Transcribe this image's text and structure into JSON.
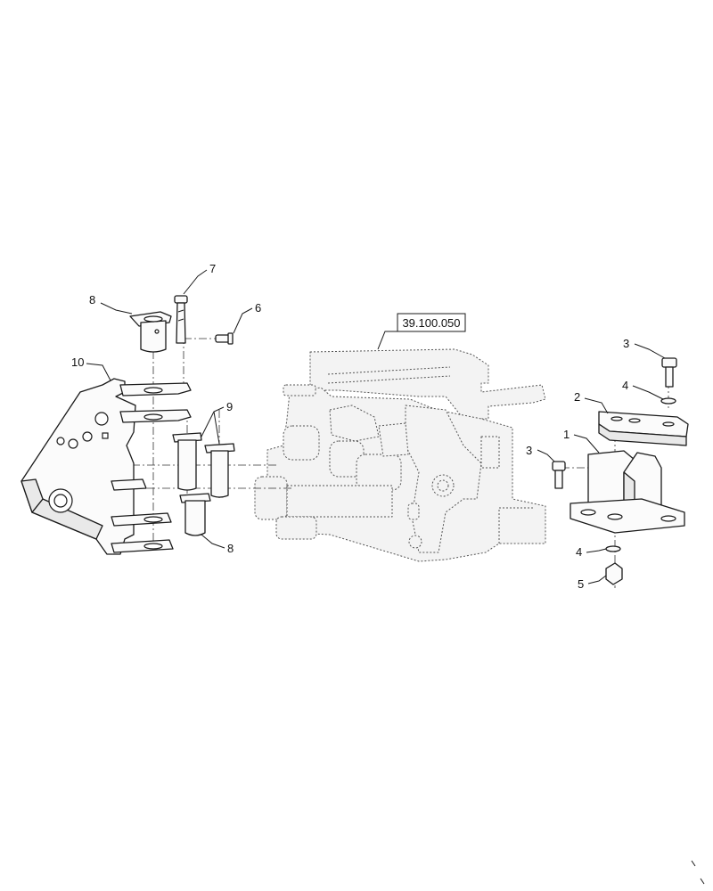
{
  "reference": {
    "label": "39.100.050"
  },
  "callouts": {
    "c1": "1",
    "c2": "2",
    "c3a": "3",
    "c3b": "3",
    "c4a": "4",
    "c4b": "4",
    "c5": "5",
    "c6": "6",
    "c7": "7",
    "c8a": "8",
    "c8b": "8",
    "c9": "9",
    "c10": "10"
  }
}
